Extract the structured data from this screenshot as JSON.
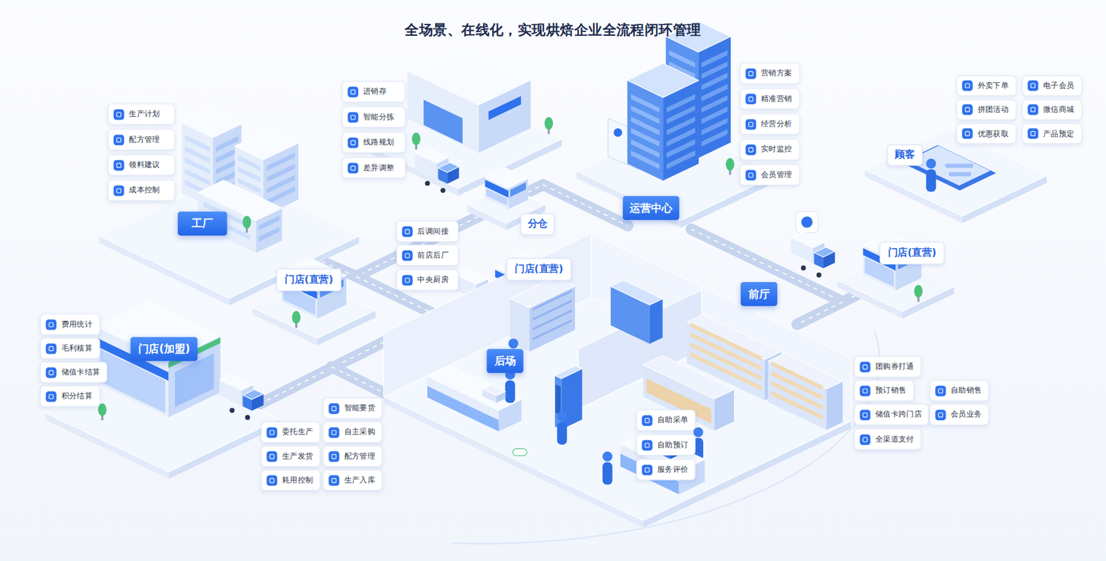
{
  "diagram": {
    "title": "全场景、在线化，实现烘焙企业全流程闭环管理",
    "nodes": [
      {
        "text": [
          "生产计划"
        ]
      },
      {
        "text": [
          "配方管理"
        ]
      },
      {
        "text": [
          "领料建议"
        ]
      },
      {
        "text": [
          "成本控制"
        ]
      },
      {
        "text": [
          "进销存"
        ]
      },
      {
        "text": [
          "智能分拣"
        ]
      },
      {
        "text": [
          "线路规划"
        ]
      },
      {
        "text": [
          "差异调整"
        ]
      },
      {
        "text": [
          "营销方案"
        ]
      },
      {
        "text": [
          "精准营销"
        ]
      },
      {
        "text": [
          "经营分析"
        ]
      },
      {
        "text": [
          "实时监控"
        ]
      },
      {
        "text": [
          "会员管理"
        ]
      },
      {
        "text": [
          "外卖下单"
        ]
      },
      {
        "text": [
          "电子会员"
        ]
      },
      {
        "text": [
          "拼团活动"
        ]
      },
      {
        "text": [
          "微信商城"
        ]
      },
      {
        "text": [
          "优惠获取"
        ]
      },
      {
        "text": [
          "产品预定"
        ]
      },
      {
        "text": [
          "顾客"
        ]
      },
      {
        "text": [
          "工厂"
        ]
      },
      {
        "text": [
          "运营中心"
        ]
      },
      {
        "text": [
          "分仓"
        ]
      },
      {
        "text": [
          "后调间接"
        ]
      },
      {
        "text": [
          "前店后厂"
        ]
      },
      {
        "text": [
          "中央厨房"
        ]
      },
      {
        "text": [
          "门店(直营)"
        ]
      },
      {
        "text": [
          "门店(直营)"
        ]
      },
      {
        "text": [
          "门店(直营)"
        ]
      },
      {
        "text": [
          "前厅"
        ]
      },
      {
        "text": [
          "费用统计"
        ]
      },
      {
        "text": [
          "毛利核算"
        ]
      },
      {
        "text": [
          "储值卡结算"
        ]
      },
      {
        "text": [
          "积分结算"
        ]
      },
      {
        "text": [
          "门店(加盟)"
        ]
      },
      {
        "text": [
          "后场"
        ]
      },
      {
        "text": [
          "团购券打通"
        ]
      },
      {
        "text": [
          "预订销售"
        ]
      },
      {
        "text": [
          "自助销售"
        ]
      },
      {
        "text": [
          "储值卡跨门店"
        ]
      },
      {
        "text": [
          "会员业务"
        ]
      },
      {
        "text": [
          "全渠道支付"
        ]
      },
      {
        "text": [
          "智能要货"
        ]
      },
      {
        "text": [
          "委托生产"
        ]
      },
      {
        "text": [
          "自主采购"
        ]
      },
      {
        "text": [
          "生产发货"
        ]
      },
      {
        "text": [
          "配方管理"
        ]
      },
      {
        "text": [
          "耗用控制"
        ]
      },
      {
        "text": [
          "生产入库"
        ]
      },
      {
        "text": [
          "自助采单"
        ]
      },
      {
        "text": [
          "自助预订"
        ]
      },
      {
        "text": [
          "服务评价"
        ]
      }
    ]
  }
}
